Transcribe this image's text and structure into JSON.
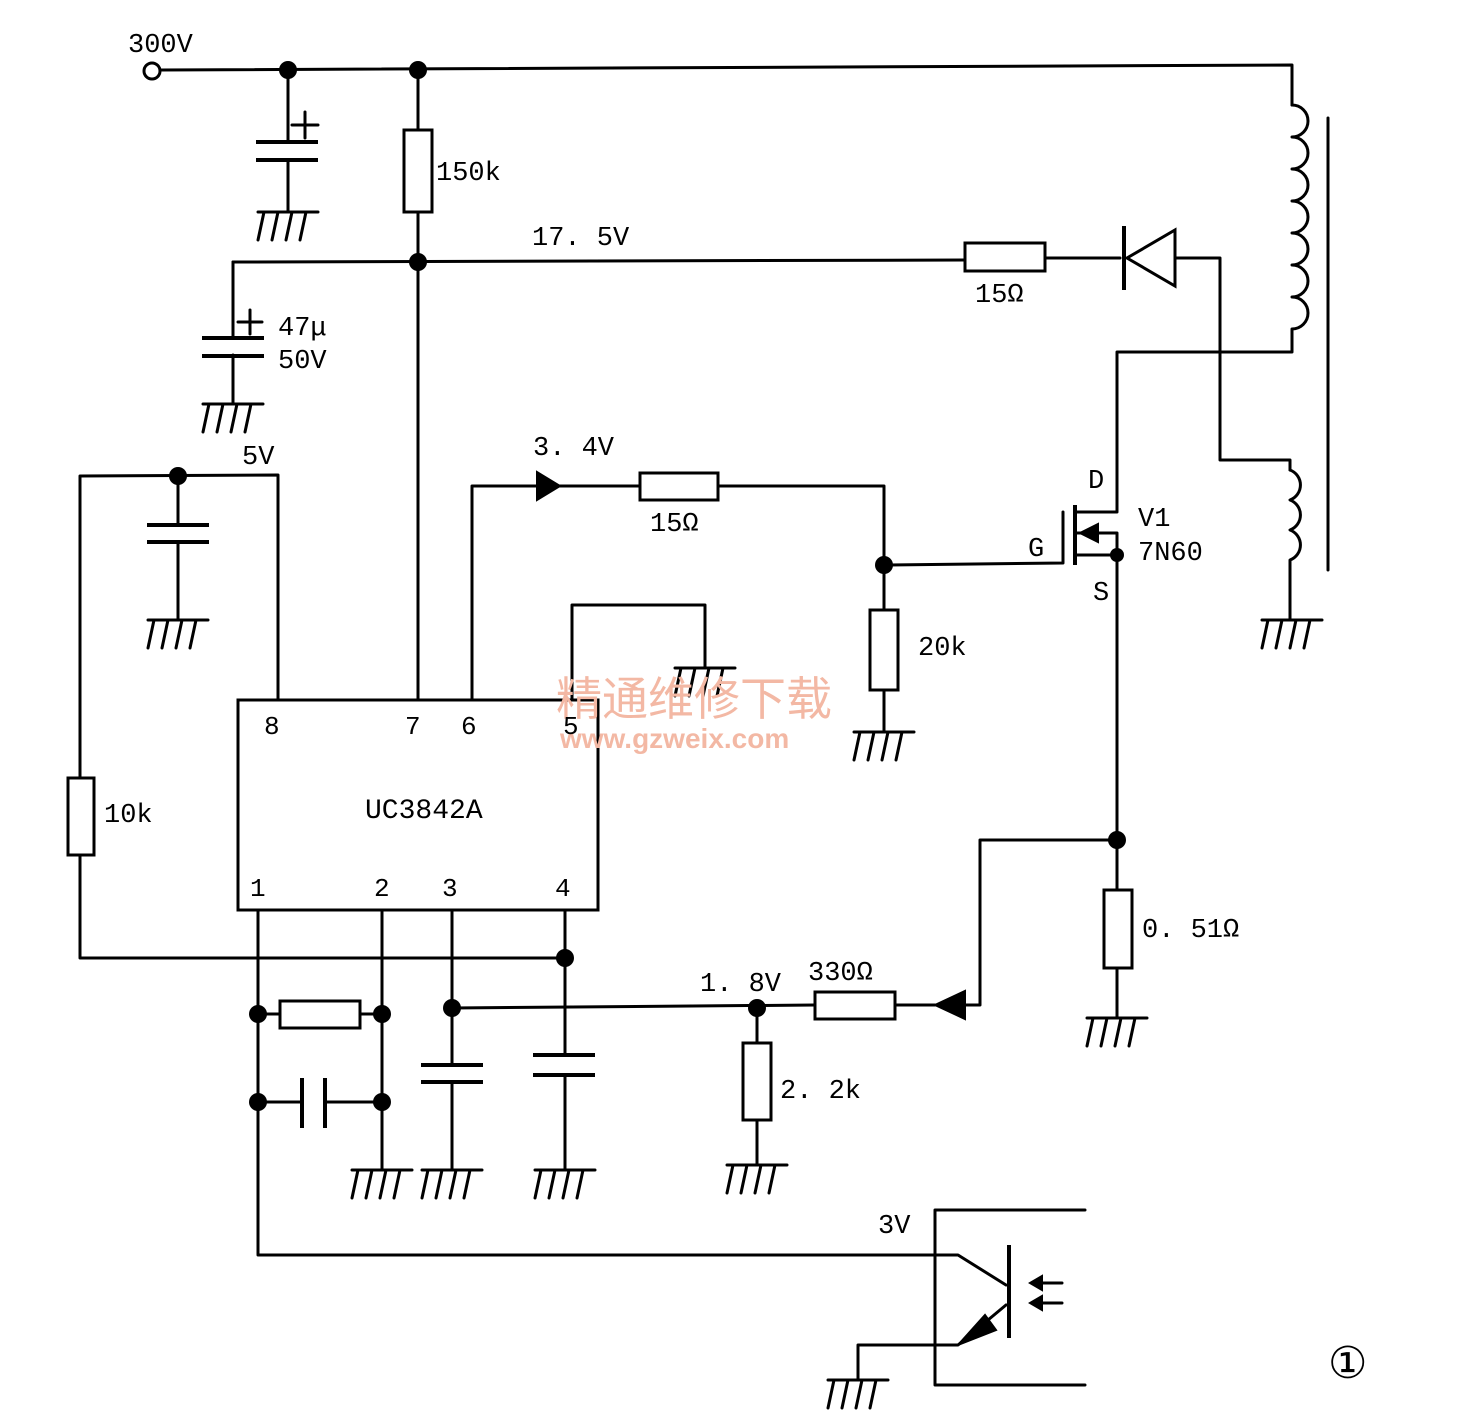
{
  "labels": {
    "v_300": "300V",
    "r_150k": "150k",
    "v_17_5": "17. 5V",
    "r_15_top": "15Ω",
    "c_47u": "47μ",
    "c_50v": "50V",
    "v_5": "5V",
    "v_3_4": "3. 4V",
    "r_15_gate": "15Ω",
    "r_20k": "20k",
    "pin_d": "D",
    "pin_g": "G",
    "pin_s": "S",
    "mosfet_ref": "V1",
    "mosfet_part": "7N60",
    "r_10k": "10k",
    "r_0_51": "0. 51Ω",
    "v_1_8": "1. 8V",
    "r_330": "330Ω",
    "r_2_2k": "2. 2k",
    "v_3": "3V",
    "figure_no": "①"
  },
  "chip": {
    "name": "UC3842A",
    "pins": {
      "p1": "1",
      "p2": "2",
      "p3": "3",
      "p4": "4",
      "p5": "5",
      "p6": "6",
      "p7": "7",
      "p8": "8"
    }
  },
  "watermark": {
    "site_cn": "精通维修下载",
    "url": "www.gzweix.com"
  }
}
